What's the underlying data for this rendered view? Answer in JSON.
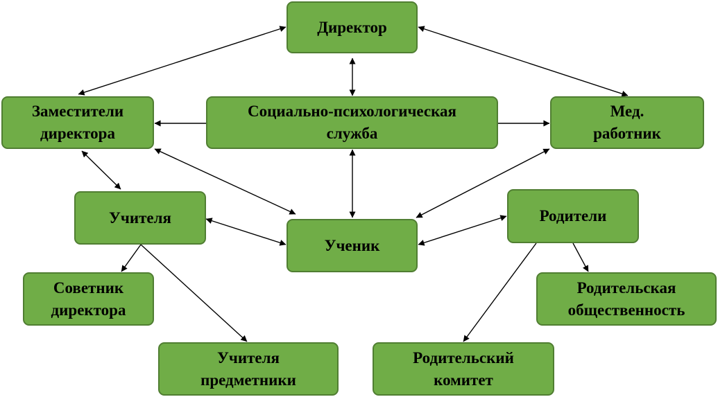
{
  "diagram": {
    "nodes": {
      "director": "Директор",
      "deputies": "Заместители\nдиректора",
      "social": "Социально-психологическая\nслужба",
      "medic": "Мед.\nработник",
      "teachers": "Учителя",
      "student": "Ученик",
      "parents": "Родители",
      "advisor": "Советник\nдиректора",
      "subject_teachers": "Учителя\nпредметники",
      "community": "Родительская\nобщественность",
      "committee": "Родительский\nкомитет"
    },
    "edges": [
      {
        "from": "director",
        "to": "deputies",
        "direction": "both"
      },
      {
        "from": "director",
        "to": "medic",
        "direction": "both"
      },
      {
        "from": "director",
        "to": "social",
        "direction": "both"
      },
      {
        "from": "social",
        "to": "deputies",
        "direction": "forward"
      },
      {
        "from": "social",
        "to": "medic",
        "direction": "forward"
      },
      {
        "from": "social",
        "to": "student",
        "direction": "both"
      },
      {
        "from": "deputies",
        "to": "student",
        "direction": "both"
      },
      {
        "from": "medic",
        "to": "student",
        "direction": "both"
      },
      {
        "from": "deputies",
        "to": "teachers",
        "direction": "both"
      },
      {
        "from": "teachers",
        "to": "student",
        "direction": "both"
      },
      {
        "from": "student",
        "to": "parents",
        "direction": "both"
      },
      {
        "from": "teachers",
        "to": "advisor",
        "direction": "forward"
      },
      {
        "from": "teachers",
        "to": "subject_teachers",
        "direction": "forward"
      },
      {
        "from": "parents",
        "to": "community",
        "direction": "forward"
      },
      {
        "from": "parents",
        "to": "committee",
        "direction": "forward"
      }
    ],
    "colors": {
      "node_fill": "#70ad47",
      "node_border": "#507e32",
      "line": "#000000"
    }
  }
}
